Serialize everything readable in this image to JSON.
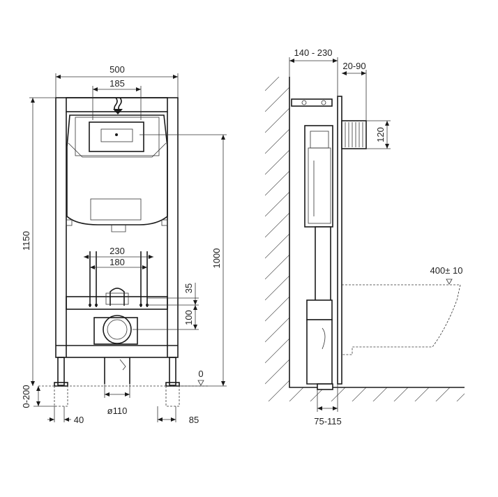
{
  "front_view": {
    "dims": {
      "frame_width": "500",
      "panel_width": "185",
      "studs_outer": "230",
      "studs_inner": "180",
      "total_height": "1150",
      "panel_height": "1000",
      "stud_offset": "35",
      "drain_height": "100",
      "floor_level": "0",
      "leg_range": "0-200",
      "drain_diameter": "ø110",
      "foot_left": "40",
      "foot_right": "85"
    }
  },
  "side_view": {
    "dims": {
      "wall_gap": "140 - 230",
      "flange_depth": "20-90",
      "pipe_length": "120",
      "bowl_height": "400± 10",
      "drain_offset": "75-115"
    }
  }
}
